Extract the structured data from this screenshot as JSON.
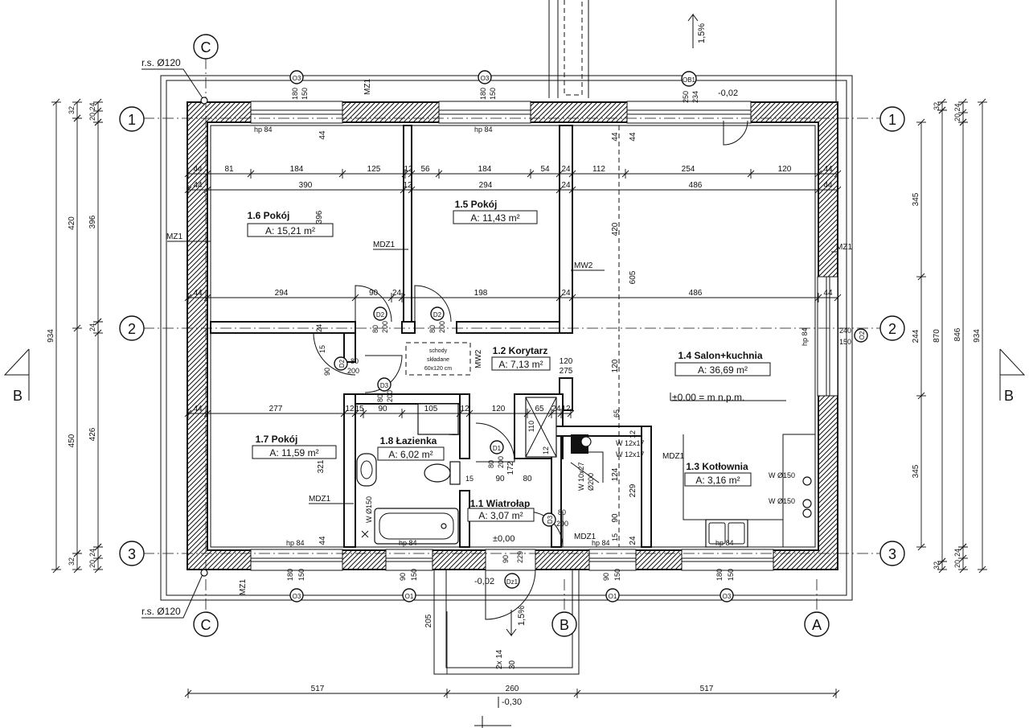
{
  "axes": {
    "rows": [
      "1",
      "2",
      "3"
    ],
    "cols": [
      "C",
      "B",
      "A"
    ]
  },
  "section": {
    "label": "B"
  },
  "rooms": [
    {
      "name": "1.6 Pokój",
      "area": "A: 15,21 m²"
    },
    {
      "name": "1.5 Pokój",
      "area": "A: 11,43 m²"
    },
    {
      "name": "1.4 Salon+kuchnia",
      "area": "A: 36,69 m²"
    },
    {
      "name": "1.2 Korytarz",
      "area": "A: 7,13 m²"
    },
    {
      "name": "1.7 Pokój",
      "area": "A: 11,59 m²"
    },
    {
      "name": "1.8 Łazienka",
      "area": "A: 6,02 m²"
    },
    {
      "name": "1.1 Wiatrołap",
      "area": "A: 3,07 m²"
    },
    {
      "name": "1.3 Kotłownia",
      "area": "A: 3,16 m²"
    }
  ],
  "levels": {
    "zero_note": "±0.00 =          m n.p.m.",
    "entry_level": "±0,00",
    "step_level": "-0,02",
    "terrace_level": "-0,02",
    "ground_level": "-0,30",
    "slope_top": "1,5%",
    "slope_bottom": "1,5%"
  },
  "notes": {
    "rs_top": "r.s. Ø120",
    "rs_bottom": "r.s. Ø120",
    "stairs_1": "schody",
    "stairs_2": "składane",
    "stairs_3": "60x120 cm",
    "steps": "2x 14",
    "steps_2": "30"
  },
  "symbols": {
    "o3": "O3",
    "o1": "O1",
    "o2": "O2",
    "ob1": "OB1",
    "d1": "D1",
    "d2": "D2",
    "d3": "D3",
    "dz1": "Dz1",
    "mz1": "MZ1",
    "mdz1": "MDZ1",
    "mw2": "MW2"
  },
  "sill": {
    "hp": "hp 84"
  },
  "vents": {
    "w1": "W 12x17",
    "w2": "W 12x17",
    "w150": "W Ø150",
    "chimney_1": "W 10x27",
    "chimney_2": "Ø200"
  },
  "dims": {
    "bottom_overall": [
      "517",
      "260",
      "517"
    ],
    "left_outer": "934",
    "left_mid": [
      "420",
      "450"
    ],
    "left_inner": [
      "396",
      "426"
    ],
    "left_small": [
      "32",
      "24",
      "20",
      "24",
      "24",
      "24",
      "32",
      "20"
    ],
    "right_outer": "934",
    "right_mid": [
      "846",
      "870"
    ],
    "right_inner": [
      "345",
      "244",
      "345"
    ],
    "right_small": [
      "32",
      "24",
      "20",
      "32",
      "20",
      "24"
    ],
    "row1_top": [
      "44",
      "81",
      "184",
      "125",
      "12",
      "56",
      "184",
      "54",
      "24",
      "112",
      "254",
      "120",
      "44"
    ],
    "row1_inner": [
      "44",
      "390",
      "12",
      "294",
      "24",
      "486",
      "44"
    ],
    "row2": [
      "44",
      "294",
      "90",
      "24",
      "198",
      "24",
      "486",
      "44"
    ],
    "row3": [
      "44",
      "277",
      "12",
      "15",
      "90",
      "105",
      "12",
      "120",
      "65",
      "24",
      "12"
    ],
    "window_top": [
      "180",
      "150"
    ],
    "window_ob1": [
      "250",
      "234"
    ],
    "window_o2": [
      "240",
      "150"
    ],
    "window_o1": [
      "90",
      "150"
    ],
    "door_d2": [
      "80",
      "200"
    ],
    "door_d3": [
      "80",
      "200"
    ],
    "door_d1": [
      "80",
      "200"
    ],
    "door_dz1": [
      "90",
      "229"
    ],
    "misc": [
      "396",
      "420",
      "605",
      "120",
      "321",
      "172",
      "124",
      "229",
      "90",
      "15",
      "90",
      "80",
      "15",
      "44",
      "205",
      "110",
      "12",
      "12",
      "65",
      "120",
      "275",
      "15",
      "90",
      "44",
      "44",
      "44",
      "24",
      "24"
    ]
  }
}
